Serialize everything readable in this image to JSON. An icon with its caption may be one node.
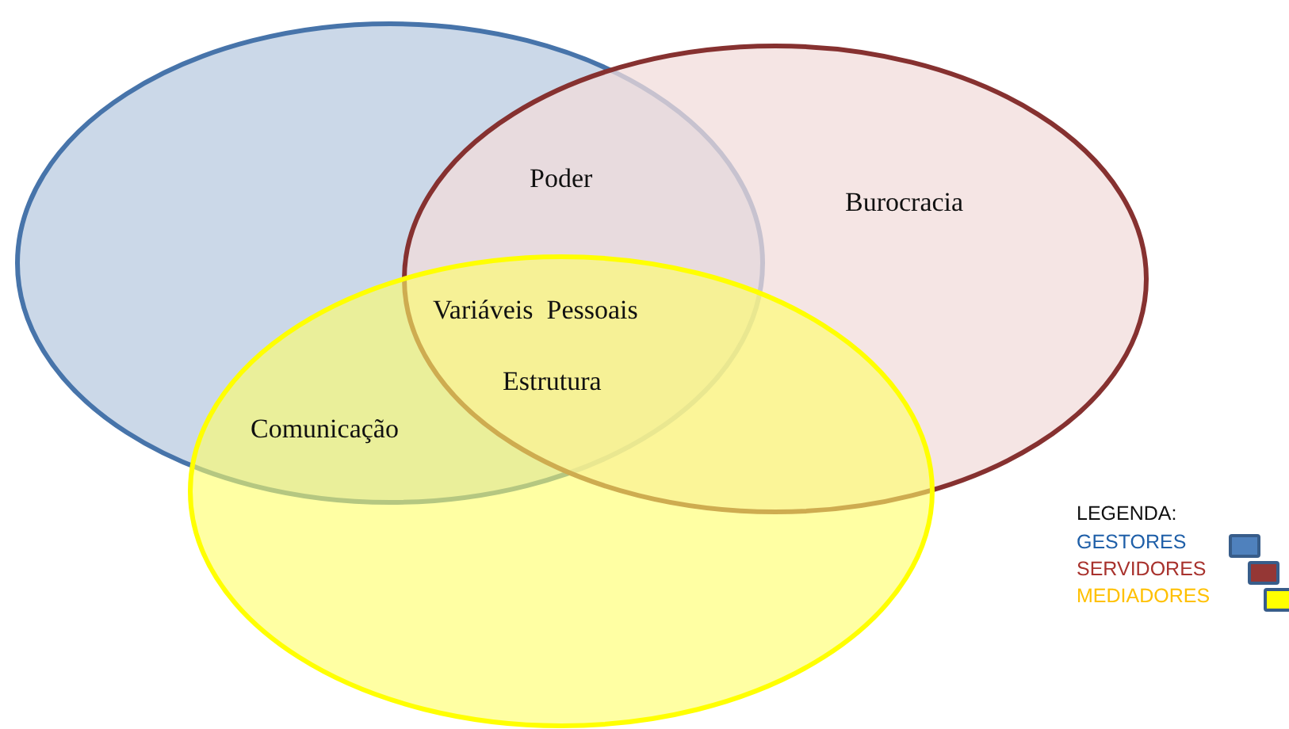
{
  "diagram": {
    "nodes": [
      {
        "text": [],
        "shape": "ellipse"
      },
      {
        "text": [],
        "shape": "ellipse"
      },
      {
        "text": [],
        "shape": "ellipse"
      }
    ],
    "labels": [
      "Poder",
      "Burocracia",
      "Variáveis  Pessoais",
      "Estrutura",
      "Comunicação",
      "LEGENDA:"
    ],
    "legend": [
      {
        "text": "GESTORES",
        "color": "#4f81bd"
      },
      {
        "text": "SERVIDORES",
        "color": "#953735"
      },
      {
        "text": "MEDIADORES",
        "color": "#ffff00"
      }
    ]
  }
}
